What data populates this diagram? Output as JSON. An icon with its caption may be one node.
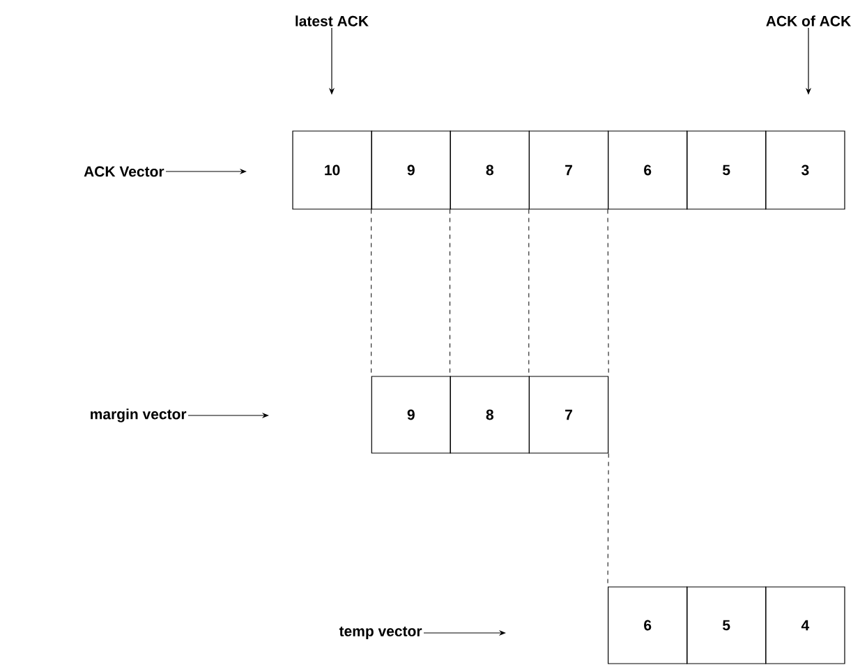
{
  "diagram": {
    "nodes": [
      {
        "text": [
          "latest ACK"
        ]
      },
      {
        "text": [
          "ACK of ACK"
        ]
      },
      {
        "text": [
          "ACK Vector"
        ]
      },
      {
        "text": [
          "10"
        ]
      },
      {
        "text": [
          "9"
        ]
      },
      {
        "text": [
          "8"
        ]
      },
      {
        "text": [
          "7"
        ]
      },
      {
        "text": [
          "6"
        ]
      },
      {
        "text": [
          "5"
        ]
      },
      {
        "text": [
          "3"
        ]
      },
      {
        "text": [
          "margin vector"
        ]
      },
      {
        "text": [
          "9"
        ]
      },
      {
        "text": [
          "8"
        ]
      },
      {
        "text": [
          "7"
        ]
      },
      {
        "text": [
          "temp vector"
        ]
      },
      {
        "text": [
          "6"
        ]
      },
      {
        "text": [
          "5"
        ]
      },
      {
        "text": [
          "4"
        ]
      }
    ],
    "edges": [
      {
        "from": 0,
        "to": null,
        "arrow": "to"
      },
      {
        "from": 1,
        "to": null,
        "arrow": "to"
      },
      {
        "from": 2,
        "to": null,
        "arrow": "to"
      },
      {
        "from": 10,
        "to": null,
        "arrow": "to"
      },
      {
        "from": 14,
        "to": null,
        "arrow": "to"
      },
      {
        "from": 4,
        "to": 11,
        "arrow": "none",
        "style": "dashed"
      },
      {
        "from": 5,
        "to": 12,
        "arrow": "none",
        "style": "dashed"
      },
      {
        "from": 6,
        "to": 13,
        "arrow": "none",
        "style": "dashed"
      },
      {
        "from": 7,
        "to": 13,
        "arrow": "none",
        "style": "dashed"
      },
      {
        "from": 13,
        "to": 15,
        "arrow": "none",
        "style": "dashed"
      }
    ]
  }
}
